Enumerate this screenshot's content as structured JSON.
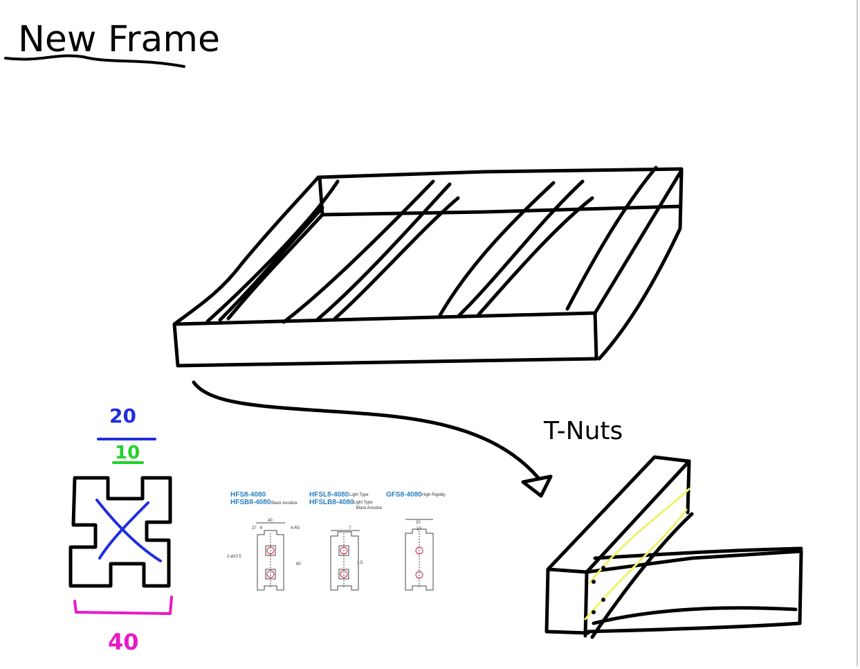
{
  "title": "New Frame",
  "tnuts_label": "T-Nuts",
  "profile_dims": {
    "top_outer": "20",
    "top_inner": "10",
    "bottom_width": "40"
  },
  "reference_sheet": {
    "groups": [
      {
        "model_a": "HFS8-4080",
        "model_b": "HFSB8-4080",
        "note_b": "Black Anodize",
        "note_a": ""
      },
      {
        "model_a": "HFSL8-4080",
        "note_a": "Light Type",
        "model_b": "HFSLB8-4080",
        "note_b": "Light Type",
        "note_b2": "· Black Anodize"
      },
      {
        "model_a": "GFS8-4080",
        "note_a": "High Rigidity"
      }
    ],
    "dims": {
      "d40": "40",
      "d20": "20",
      "d10": "10",
      "d80": "80",
      "d27": "27",
      "d6": "6",
      "hole": "2-ø10.5",
      "radius": "4-R3",
      "r7": "7",
      "d15": "1.5"
    }
  },
  "colors": {
    "ink": "#000000",
    "blue": "#1f2de0",
    "green": "#22d22a",
    "magenta": "#e619c8",
    "highlight": "#f2f06a",
    "ref_blue": "#2a7fc0",
    "ref_red": "#cc2244"
  }
}
